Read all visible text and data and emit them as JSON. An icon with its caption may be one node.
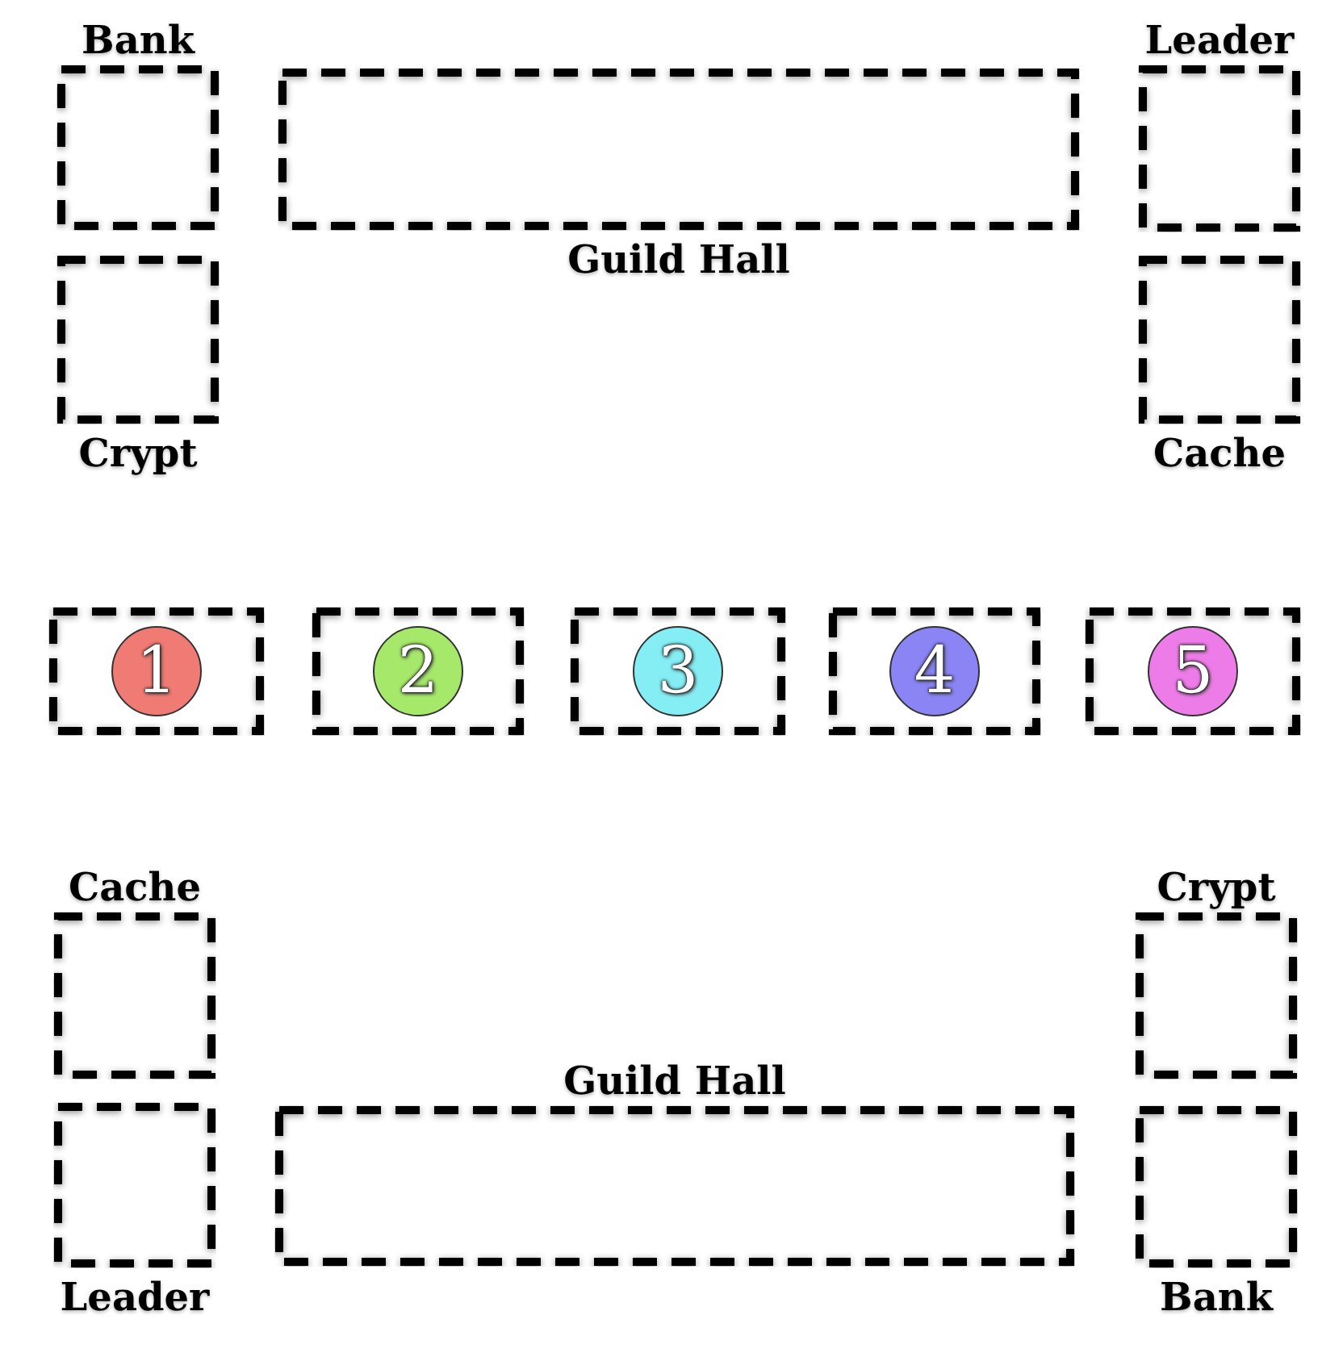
{
  "diagram": {
    "nodes": [
      {
        "text": [
          "Bank"
        ]
      },
      {
        "text": [
          "Guild Hall"
        ]
      },
      {
        "text": [
          "Leader"
        ]
      },
      {
        "text": [
          "Crypt"
        ]
      },
      {
        "text": [
          "Cache"
        ]
      },
      {
        "text": [],
        "shape": "box"
      },
      {
        "text": [
          "1"
        ],
        "in": 5
      },
      {
        "text": [],
        "shape": "box"
      },
      {
        "text": [
          "2"
        ],
        "in": 7
      },
      {
        "text": [],
        "shape": "box"
      },
      {
        "text": [
          "3"
        ],
        "in": 9
      },
      {
        "text": [],
        "shape": "box"
      },
      {
        "text": [
          "4"
        ],
        "in": 11
      },
      {
        "text": [],
        "shape": "box"
      },
      {
        "text": [
          "5"
        ],
        "in": 13
      },
      {
        "text": [
          "Cache"
        ]
      },
      {
        "text": [
          "Crypt"
        ]
      },
      {
        "text": [
          "Guild Hall"
        ]
      },
      {
        "text": [
          "Leader"
        ]
      },
      {
        "text": [
          "Bank"
        ]
      }
    ]
  }
}
